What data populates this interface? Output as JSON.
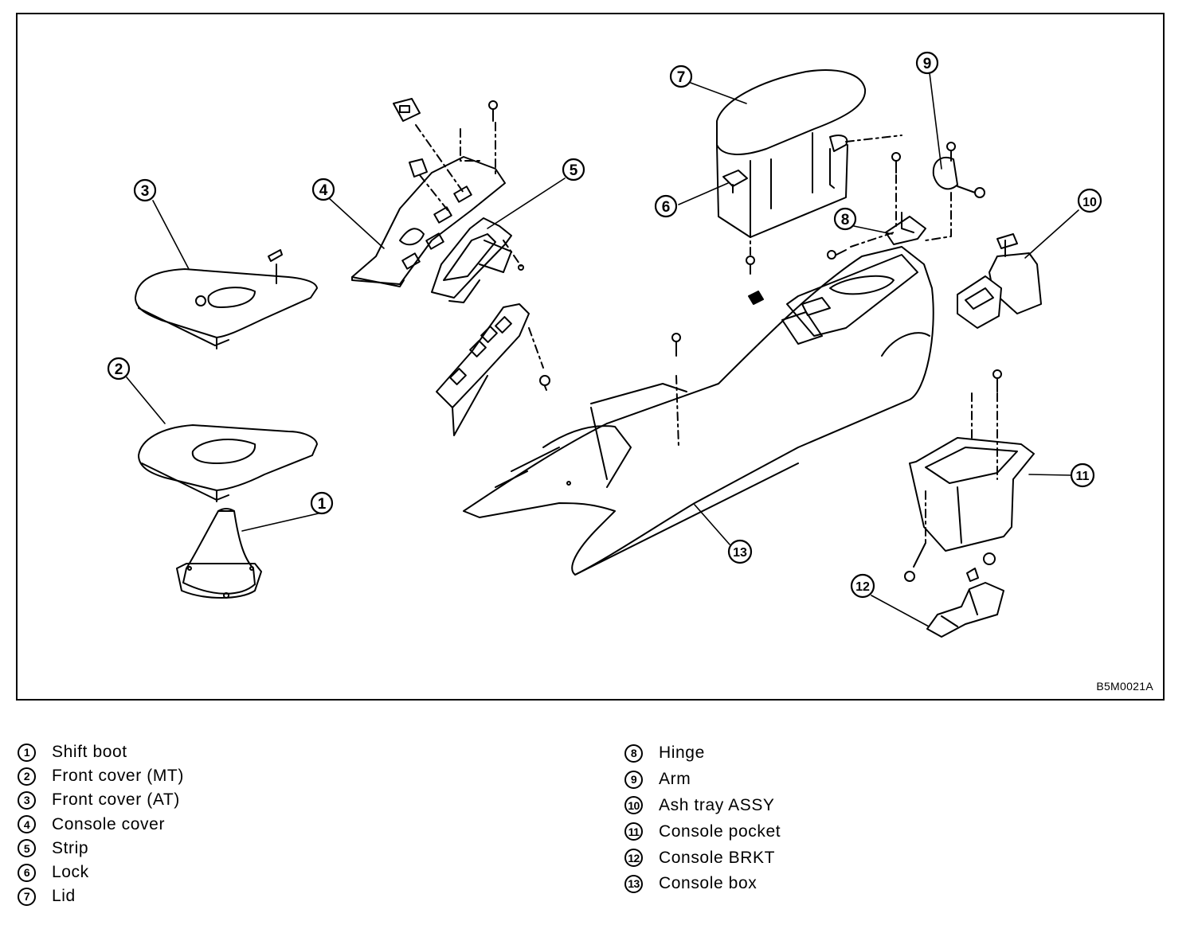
{
  "figure_code": "B5M0021A",
  "callouts": [
    {
      "num": "1"
    },
    {
      "num": "2"
    },
    {
      "num": "3"
    },
    {
      "num": "4"
    },
    {
      "num": "5"
    },
    {
      "num": "6"
    },
    {
      "num": "7"
    },
    {
      "num": "8"
    },
    {
      "num": "9"
    },
    {
      "num": "10"
    },
    {
      "num": "11"
    },
    {
      "num": "12"
    },
    {
      "num": "13"
    }
  ],
  "legend_left": [
    {
      "num": "1",
      "label": "Shift boot"
    },
    {
      "num": "2",
      "label": "Front cover (MT)"
    },
    {
      "num": "3",
      "label": "Front cover (AT)"
    },
    {
      "num": "4",
      "label": "Console cover"
    },
    {
      "num": "5",
      "label": "Strip"
    },
    {
      "num": "6",
      "label": "Lock"
    },
    {
      "num": "7",
      "label": "Lid"
    }
  ],
  "legend_right": [
    {
      "num": "8",
      "label": "Hinge"
    },
    {
      "num": "9",
      "label": "Arm"
    },
    {
      "num": "10",
      "label": "Ash tray ASSY"
    },
    {
      "num": "11",
      "label": "Console pocket"
    },
    {
      "num": "12",
      "label": "Console BRKT"
    },
    {
      "num": "13",
      "label": "Console box"
    }
  ]
}
